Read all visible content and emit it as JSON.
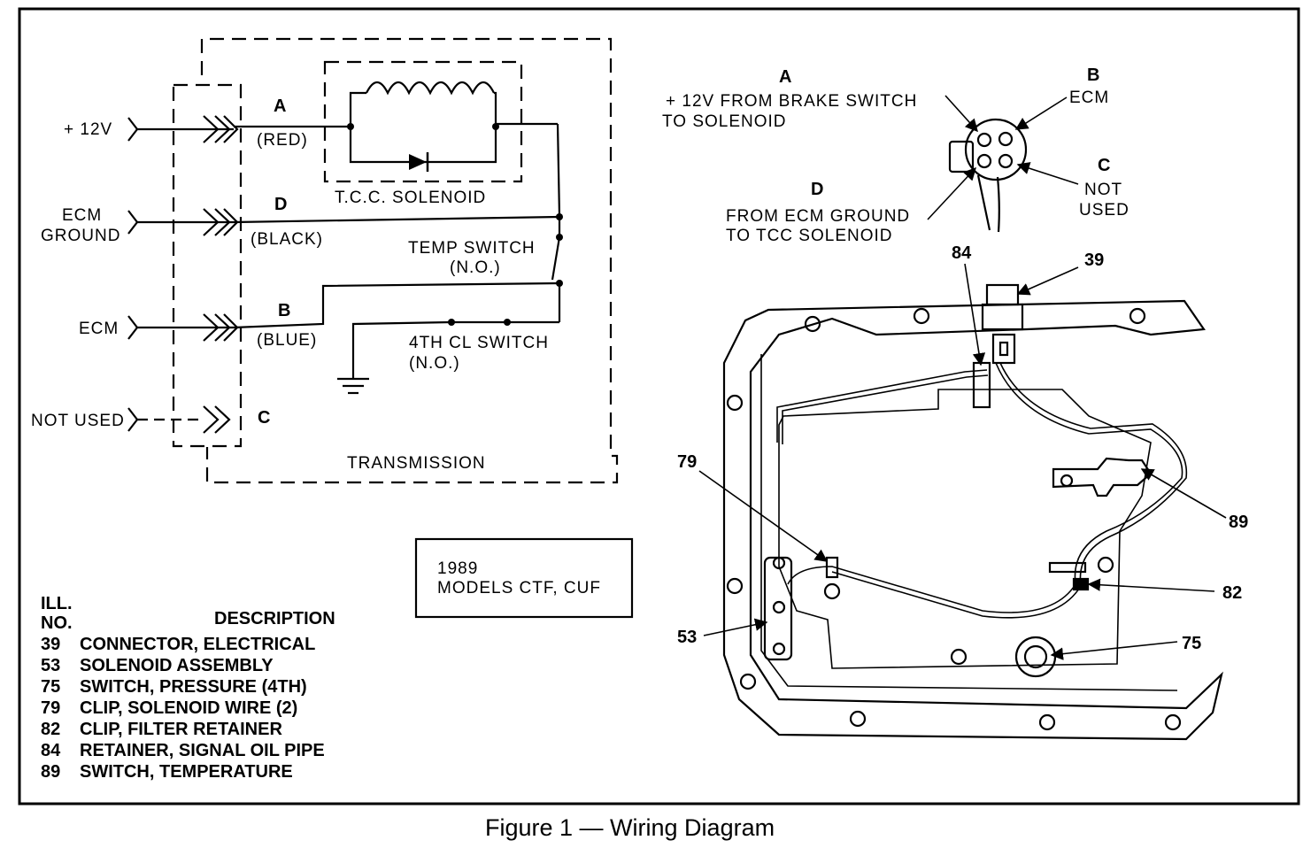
{
  "caption": "Figure 1 — Wiring Diagram",
  "schematic": {
    "inputs": {
      "plus12v": "+ 12V",
      "ecm_ground_1": "ECM",
      "ecm_ground_2": "GROUND",
      "ecm": "ECM",
      "not_used": "NOT USED"
    },
    "pins": {
      "a": "A",
      "a_wire": "(RED)",
      "d": "D",
      "d_wire": "(BLACK)",
      "b": "B",
      "b_wire": "(BLUE)",
      "c": "C"
    },
    "solenoid": "T.C.C. SOLENOID",
    "temp_switch_1": "TEMP SWITCH",
    "temp_switch_2": "(N.O.)",
    "cl_switch_1": "4TH CL SWITCH",
    "cl_switch_2": "(N.O.)",
    "transmission": "TRANSMISSION"
  },
  "model_box": {
    "line1": "1989",
    "line2": "MODELS CTF, CUF"
  },
  "legend": {
    "col1_line1": "ILL.",
    "col1_line2": "NO.",
    "col2": "DESCRIPTION",
    "items": [
      {
        "no": "39",
        "desc": "CONNECTOR, ELECTRICAL"
      },
      {
        "no": "53",
        "desc": "SOLENOID ASSEMBLY"
      },
      {
        "no": "75",
        "desc": "SWITCH, PRESSURE (4TH)"
      },
      {
        "no": "79",
        "desc": "CLIP, SOLENOID WIRE (2)"
      },
      {
        "no": "82",
        "desc": "CLIP, FILTER RETAINER"
      },
      {
        "no": "84",
        "desc": "RETAINER, SIGNAL OIL PIPE"
      },
      {
        "no": "89",
        "desc": "SWITCH, TEMPERATURE"
      }
    ]
  },
  "connector": {
    "a": "A",
    "a_desc_1": "+ 12V FROM BRAKE SWITCH",
    "a_desc_2": "TO SOLENOID",
    "b": "B",
    "b_desc": "ECM",
    "c": "C",
    "c_desc_1": "NOT",
    "c_desc_2": "USED",
    "d": "D",
    "d_desc_1": "FROM ECM GROUND",
    "d_desc_2": "TO TCC SOLENOID"
  },
  "callouts": {
    "c84": "84",
    "c39": "39",
    "c79": "79",
    "c89": "89",
    "c82": "82",
    "c53": "53",
    "c75": "75"
  }
}
